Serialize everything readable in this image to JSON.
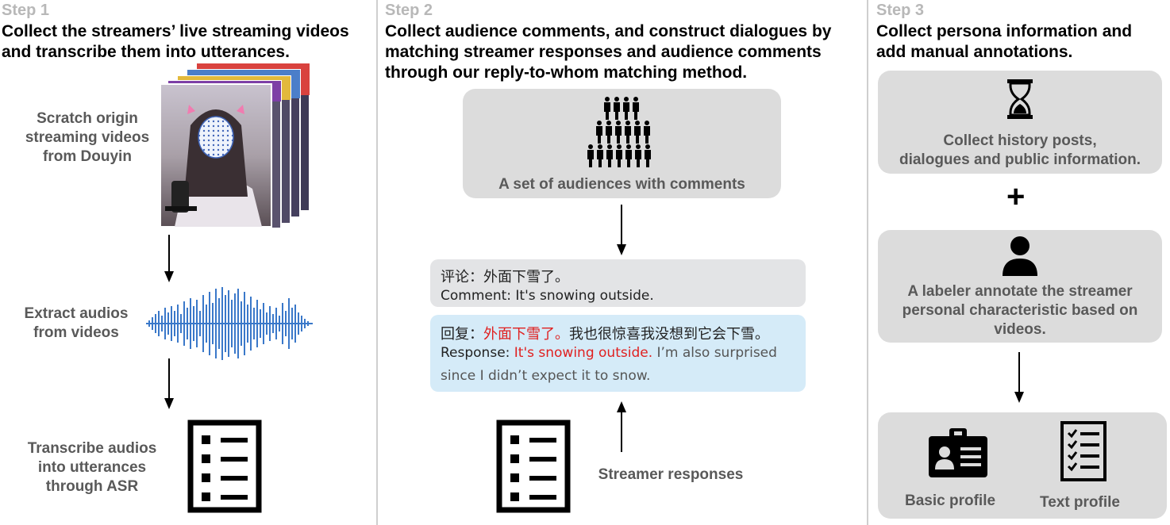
{
  "step1": {
    "label": "Step 1",
    "title": "Collect the streamers’ live streaming videos\nand transcribe them into utterances.",
    "scratch_text": "Scratch origin\nstreaming videos\nfrom Douyin",
    "extract_text": "Extract audios\nfrom videos",
    "transcribe_text": "Transcribe audios\ninto utterances\nthrough ASR"
  },
  "step2": {
    "label": "Step 2",
    "title": "Collect audience comments, and construct dialogues by\nmatching streamer responses and audience comments\nthrough our reply-to-whom matching method.",
    "audience_text": "A set of audiences with comments",
    "comment_zh": "评论：外面下雪了。",
    "comment_en": "Comment: It's snowing outside.",
    "response_zh_prefix": "回复：",
    "response_zh_highlight": "外面下雪了。",
    "response_zh_rest": "我也很惊喜我没想到它会下雪。",
    "response_en_prefix": "Response: ",
    "response_en_highlight": "It's snowing outside.",
    "response_en_rest": " I’m also surprised",
    "response_en_line2": "since I didn’t expect it to snow.",
    "streamer_text": "Streamer responses"
  },
  "step3": {
    "label": "Step 3",
    "title": "Collect persona information and\nadd manual annotations.",
    "history_text": "Collect history posts,\ndialogues and public information.",
    "plus": "+",
    "labeler_text": "A labeler annotate the streamer\npersonal characteristic based on\nvideos.",
    "basic_profile": "Basic profile",
    "text_profile": "Text profile"
  },
  "colors": {
    "accent_red": "#e02020",
    "comment_bg": "#e3e4e6",
    "response_bg": "#d5ebf8",
    "panel_bg": "#dcdcdc",
    "waveform": "#3a78c9"
  },
  "icons": [
    "video-frames-icon",
    "down-arrow-icon",
    "waveform-icon",
    "document-list-icon",
    "audience-crowd-icon",
    "up-arrow-icon",
    "hourglass-icon",
    "person-icon",
    "id-card-icon",
    "checklist-icon"
  ]
}
